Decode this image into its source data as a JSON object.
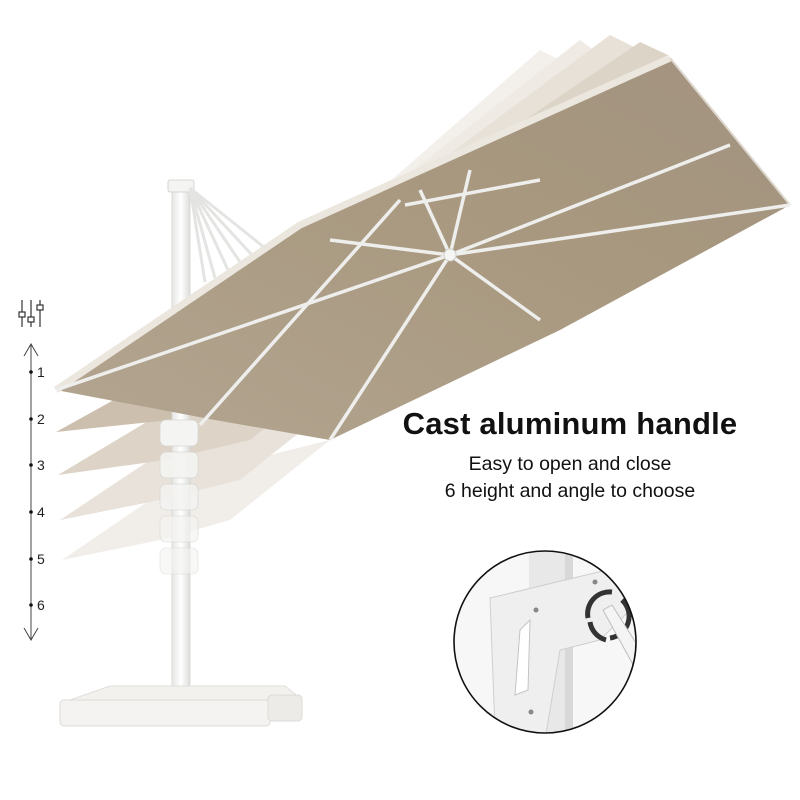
{
  "heading": {
    "title": "Cast aluminum handle",
    "subtitle_line1": "Easy to open and close",
    "subtitle_line2": "6 height and angle to choose"
  },
  "height_scale": {
    "icon": "sliders-icon",
    "arrow_top": "arrow-up-icon",
    "arrow_bottom": "arrow-down-icon",
    "levels": [
      "1",
      "2",
      "3",
      "4",
      "5",
      "6"
    ]
  },
  "product": {
    "type": "cantilever patio umbrella",
    "canopy_color": "#a99a86",
    "frame_color": "#f2f2f0",
    "base_color": "#f0efec"
  },
  "inset": {
    "subject": "crank handle close-up",
    "border_color": "#111111",
    "rotation_arrow_color": "#333333"
  }
}
